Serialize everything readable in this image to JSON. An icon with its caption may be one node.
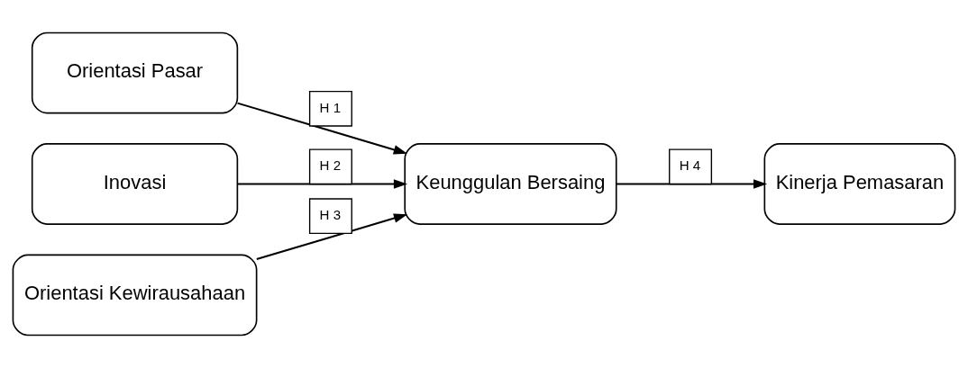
{
  "diagram": {
    "nodes": [
      {
        "text": [
          "Orientasi Pasar"
        ]
      },
      {
        "text": [
          "Inovasi"
        ]
      },
      {
        "text": [
          "Orientasi Kewirausahaan"
        ]
      },
      {
        "text": [
          "Keunggulan Bersaing"
        ]
      },
      {
        "text": [
          "Kinerja Pemasaran"
        ]
      }
    ],
    "edges": [
      {
        "from": 0,
        "to": 3,
        "arrow": "to",
        "label": "H 1"
      },
      {
        "from": 1,
        "to": 3,
        "arrow": "to",
        "label": "H 2"
      },
      {
        "from": 2,
        "to": 3,
        "arrow": "to",
        "label": "H 3"
      },
      {
        "from": 3,
        "to": 4,
        "arrow": "to",
        "label": "H 4"
      }
    ]
  }
}
